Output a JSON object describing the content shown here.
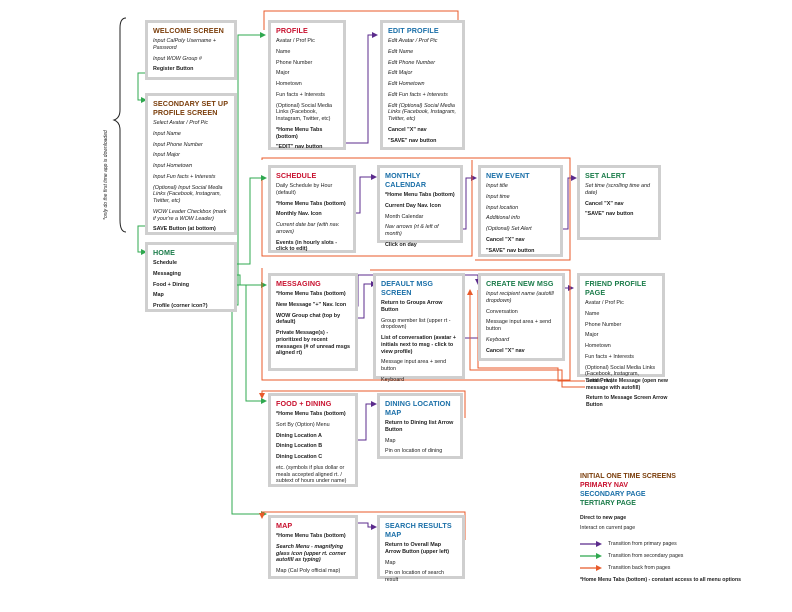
{
  "side_note": "*only do the first time app is downloaded",
  "colors": {
    "initial": "#7a3d0a",
    "primary": "#c8102e",
    "secondary": "#1a6fa8",
    "tertiary": "#1b7c4a",
    "arrow_primary": "#5b2b8c",
    "arrow_secondary": "#2fa84f",
    "arrow_back": "#e85a2a"
  },
  "boxes": {
    "welcome": {
      "title": "WELCOME SCREEN",
      "items": [
        "Input CalPoly Username + Password",
        "Input WOW Group #",
        "Register Button"
      ]
    },
    "setup": {
      "title": "SECONDARY SET UP PROFILE SCREEN",
      "items": [
        "Select Avatar / Prof Pic",
        "Input Name",
        "Input Phone Number",
        "Input Major",
        "Input Hometown",
        "Input Fun facts + Interests",
        "(Optional) Input Social Media Links (Facebook, Instagram, Twitter, etc)",
        "WOW Leader Checkbox (mark if your're a WOW Leader)",
        "SAVE Button (at bottom)"
      ]
    },
    "home": {
      "title": "HOME",
      "items": [
        "Schedule",
        "Messaging",
        "Food + Dining",
        "Map",
        "Profile (corner icon?)"
      ]
    },
    "profile": {
      "title": "PROFILE",
      "items": [
        "Avatar / Prof Pic",
        "Name",
        "Phone Number",
        "Major",
        "Hometown",
        "Fun facts + Interests",
        "(Optional) Social Media Links (Facebook, Instagram, Twitter, etc)",
        "*Home Menu Tabs (bottom)",
        "\"EDIT\" nav button"
      ]
    },
    "edit": {
      "title": "EDIT PROFILE",
      "items": [
        "Edit Avatar / Prof Pic",
        "Edit Name",
        "Edit Phone Number",
        "Edit Major",
        "Edit Hometown",
        "Edit Fun facts + Interests",
        "Edit (Optional) Social Media Links (Facebook, Instagram, Twitter, etc)",
        "Cancel \"X\" nav",
        "\"SAVE\" nav button"
      ]
    },
    "schedule": {
      "title": "SCHEDULE",
      "items": [
        "Daily Schedule by Hour (default)",
        "*Home Menu Tabs (bottom)",
        "Monthly Nav. Icon",
        "Current date bar (with nav. arrows)",
        "Events (in hourly slots - click to edit)"
      ]
    },
    "monthly": {
      "title": "MONTHLY CALENDAR",
      "items": [
        "*Home Menu Tabs (bottom)",
        "Current Day Nav. Icon",
        "Month Calendar",
        "Nav arrows (rt & left of month)",
        "Click on day"
      ]
    },
    "newevent": {
      "title": "NEW EVENT",
      "items": [
        "Input title",
        "Input time",
        "Input location",
        "Additional info",
        "(Optional) Set Alert",
        "Cancel \"X\" nav",
        "\"SAVE\" nav button"
      ]
    },
    "alert": {
      "title": "SET ALERT",
      "items": [
        "Set time (scrolling time and date)",
        "Cancel \"X\" nav",
        "\"SAVE\" nav button"
      ]
    },
    "messaging": {
      "title": "MESSAGING",
      "items": [
        "*Home Menu Tabs (bottom)",
        "New Message \"+\" Nav. Icon",
        "WOW Group chat (top by default)",
        "Private Message(s) - prioritized by recent messages (# of unread msgs aligned rt)"
      ]
    },
    "defmsg": {
      "title": "DEFAULT MSG SCREEN",
      "items": [
        "Return to Groups Arrow Button",
        "Group member list (upper rt - dropdown)",
        "List of conversation (avatar + initials next to msg - click to view profile)",
        "Message input area + send button",
        "Keyboard"
      ]
    },
    "createmsg": {
      "title": "CREATE NEW MSG",
      "items": [
        "Input recipient name (autofill dropdown)",
        "Conversation",
        "Message input area + send button",
        "Keyboard",
        "Cancel \"X\" nav"
      ]
    },
    "friend": {
      "title": "FRIEND PROFILE PAGE",
      "items": [
        "Avatar / Prof Pic",
        "Name",
        "Phone Number",
        "Major",
        "Hometown",
        "Fun facts + Interests",
        "(Optional) Social Media Links (Facebook, Instagram, Twitter, etc)"
      ]
    },
    "friend_out": {
      "items": [
        "Send Private Message (open new message with autofill)",
        "Return to Message Screen Arrow Button"
      ]
    },
    "food": {
      "title": "FOOD + DINING",
      "items": [
        "*Home Menu Tabs (bottom)",
        "Sort By (Option) Menu",
        "Dining Location A",
        "Dining Location B",
        "Dining Location C",
        "etc. (symbols if plus dollar or meals accepted aligned rt. / subtext of hours under name)"
      ]
    },
    "dining": {
      "title": "DINING LOCATION MAP",
      "items": [
        "Return to Dining list Arrow Button",
        "Map",
        "Pin on location of dining"
      ]
    },
    "map": {
      "title": "MAP",
      "items": [
        "*Home Menu Tabs (bottom)",
        "Search Menu - magnifying glass icon (upper rt. corner autofill as typing)",
        "Map (Cal Poly official map)"
      ]
    },
    "search": {
      "title": "SEARCH RESULTS MAP",
      "items": [
        "Return to Overall Map Arrow Button (upper left)",
        "Map",
        "Pin on location of search result"
      ]
    }
  },
  "legend": {
    "cat_initial": "INITIAL ONE TIME SCREENS",
    "cat_primary": "PRIMARY NAV",
    "cat_secondary": "SECONDARY PAGE",
    "cat_tertiary": "TERTIARY PAGE",
    "direct": "Direct to new page",
    "interact": "Interact on current page",
    "arrow_primary": "Transition from primary pages",
    "arrow_secondary": "Transition from secondary pages",
    "arrow_back": "Transition back from pages",
    "footnote": "*Home Menu Tabs (bottom) - constant access to all menu options"
  }
}
